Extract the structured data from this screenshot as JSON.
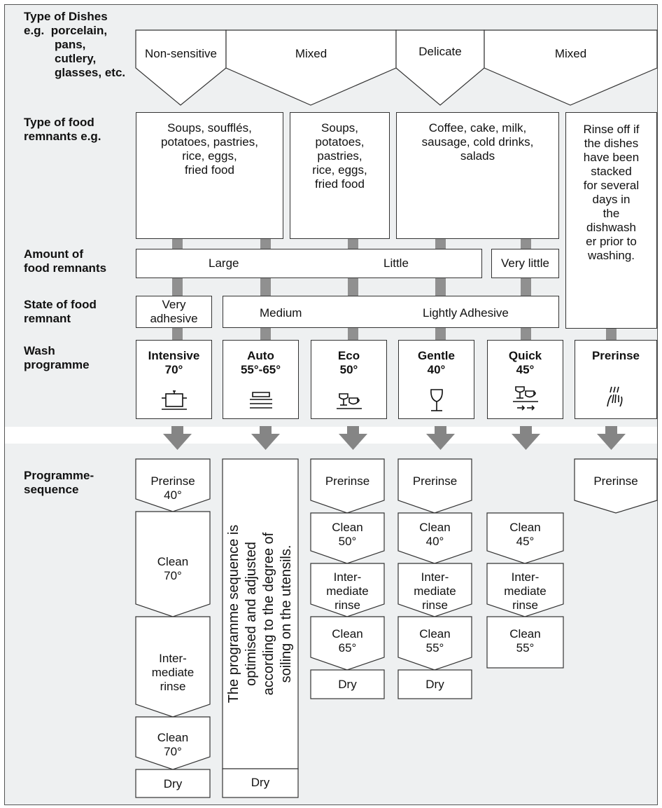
{
  "rows": {
    "dishes": [
      "Type of Dishes",
      "e.g.",
      "porcelain,",
      "pans,",
      "cutlery,",
      "glasses, etc."
    ],
    "food": [
      "Type of food",
      "remnants e.g."
    ],
    "amount": [
      "Amount of",
      "food remnants"
    ],
    "state": [
      "State of food",
      "remnant"
    ],
    "wash": [
      "Wash",
      "programme"
    ],
    "sequence": [
      "Programme-",
      "sequence"
    ]
  },
  "dish_types": [
    "Non-sensitive",
    "Mixed",
    "Delicate",
    "Mixed"
  ],
  "food_types": {
    "col1": [
      "Soups, soufflés,",
      "potatoes, pastries,",
      "rice, eggs,",
      "fried food"
    ],
    "col2": [
      "Soups,",
      "potatoes,",
      "pastries,",
      "rice, eggs,",
      "fried food"
    ],
    "col3": [
      "Coffee, cake, milk,",
      "sausage, cold drinks,",
      "salads"
    ],
    "col4": [
      "Rinse off if",
      "the dishes",
      "have been",
      "stacked",
      "for several",
      "days in",
      "the",
      "dishwash",
      "er prior to",
      "washing."
    ]
  },
  "amount": {
    "large": "Large",
    "little": "Little",
    "very_little": "Very little"
  },
  "state": {
    "very_adhesive": [
      "Very",
      "adhesive"
    ],
    "medium": "Medium",
    "lightly": "Lightly Adhesive"
  },
  "programmes": [
    {
      "name": "Intensive",
      "temp": "70°",
      "icon": "pot-icon"
    },
    {
      "name": "Auto",
      "temp": "55°-65°",
      "icon": "stacked-plates-icon"
    },
    {
      "name": "Eco",
      "temp": "50°",
      "icon": "glass-cup-icon"
    },
    {
      "name": "Gentle",
      "temp": "40°",
      "icon": "wine-glass-icon"
    },
    {
      "name": "Quick",
      "temp": "45°",
      "icon": "quick-glass-cup-icon"
    },
    {
      "name": "Prerinse",
      "temp": "",
      "icon": "spray-hand-icon"
    }
  ],
  "sequences": {
    "intensive": [
      [
        "Prerinse",
        "40°"
      ],
      [
        "Clean",
        "70°"
      ],
      [
        "Inter-",
        "mediate",
        "rinse"
      ],
      [
        "Clean",
        "70°"
      ],
      [
        "Dry"
      ]
    ],
    "auto_note": [
      "The programme sequence is",
      "optimised and adjusted",
      "according to the degree of",
      "soiling on the utensils."
    ],
    "auto_dry": [
      "Dry"
    ],
    "eco": [
      [
        "Prerinse"
      ],
      [
        "Clean",
        "50°"
      ],
      [
        "Inter-",
        "mediate",
        "rinse"
      ],
      [
        "Clean",
        "65°"
      ],
      [
        "Dry"
      ]
    ],
    "gentle": [
      [
        "Prerinse"
      ],
      [
        "Clean",
        "40°"
      ],
      [
        "Inter-",
        "mediate",
        "rinse"
      ],
      [
        "Clean",
        "55°"
      ],
      [
        "Dry"
      ]
    ],
    "quick": [
      [
        "Clean",
        "45°"
      ],
      [
        "Inter-",
        "mediate",
        "rinse"
      ],
      [
        "Clean",
        "55°"
      ]
    ],
    "prerinse": [
      [
        "Prerinse"
      ]
    ]
  },
  "colors": {
    "panel": "#eef0f1",
    "connector": "#909090",
    "border": "#333333"
  }
}
